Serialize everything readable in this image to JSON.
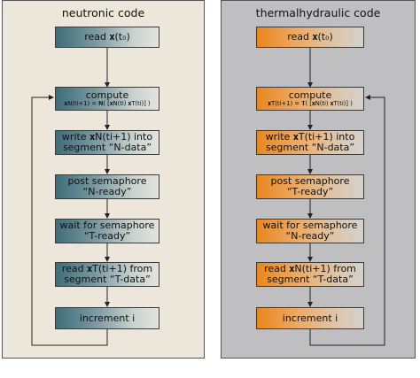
{
  "left_panel": {
    "title": "neutronic code",
    "boxes": [
      {
        "line1": "read 𝐱(t₀)"
      },
      {
        "line1": "compute",
        "line2": "𝐱N(ti+1) = 𝐍( [𝐱N(ti) 𝐱T(ti)] )"
      },
      {
        "line1": "write 𝐱N(ti+1) into",
        "line2": "segment “N-data”"
      },
      {
        "line1": "post semaphore",
        "line2": "“N-ready”"
      },
      {
        "line1": "wait for semaphore",
        "line2": "“T-ready”"
      },
      {
        "line1": "read 𝐱T(ti+1) from",
        "line2": "segment “T-data”"
      },
      {
        "line1": "increment i"
      }
    ]
  },
  "right_panel": {
    "title": "thermalhydraulic code",
    "boxes": [
      {
        "line1": "read 𝐱(t₀)"
      },
      {
        "line1": "compute",
        "line2": "𝐱T(ti+1) = 𝐓( [𝐱N(ti) 𝐱T(ti)] )"
      },
      {
        "line1": "write 𝐱T(ti+1) into",
        "line2": "segment “N-data”"
      },
      {
        "line1": "post semaphore",
        "line2": "“T-ready”"
      },
      {
        "line1": "wait for semaphore",
        "line2": "“N-ready”"
      },
      {
        "line1": "read 𝐱N(ti+1) from",
        "line2": "segment “T-data”"
      },
      {
        "line1": "increment i"
      }
    ]
  }
}
